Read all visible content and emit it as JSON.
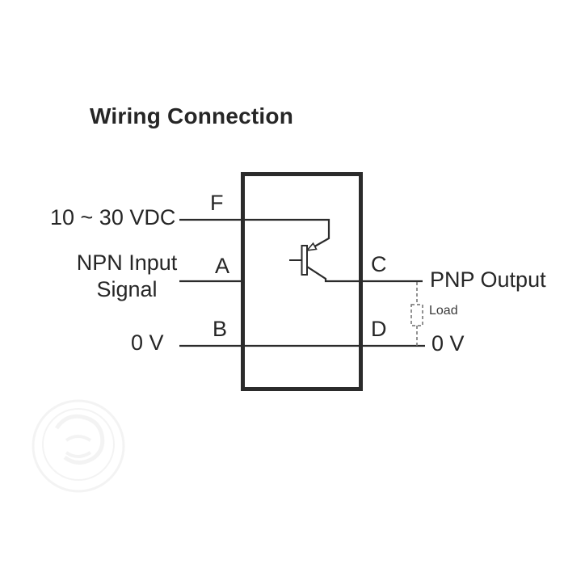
{
  "title": "Wiring Connection",
  "colors": {
    "line": "#2b2b2b",
    "text": "#262626",
    "dashed_line": "#6f6f6f",
    "background": "#ffffff",
    "watermark": "#eeeeee"
  },
  "diagram": {
    "left": {
      "power": "10 ~ 30 VDC",
      "input_line1": "NPN Input",
      "input_line2": "Signal",
      "ground": "0 V"
    },
    "terminals": {
      "f": "F",
      "a": "A",
      "b": "B",
      "c": "C",
      "d": "D"
    },
    "right": {
      "output": "PNP Output",
      "load": "Load",
      "ground": "0 V"
    },
    "component": {
      "symbol": "pnp-transistor-icon"
    }
  }
}
